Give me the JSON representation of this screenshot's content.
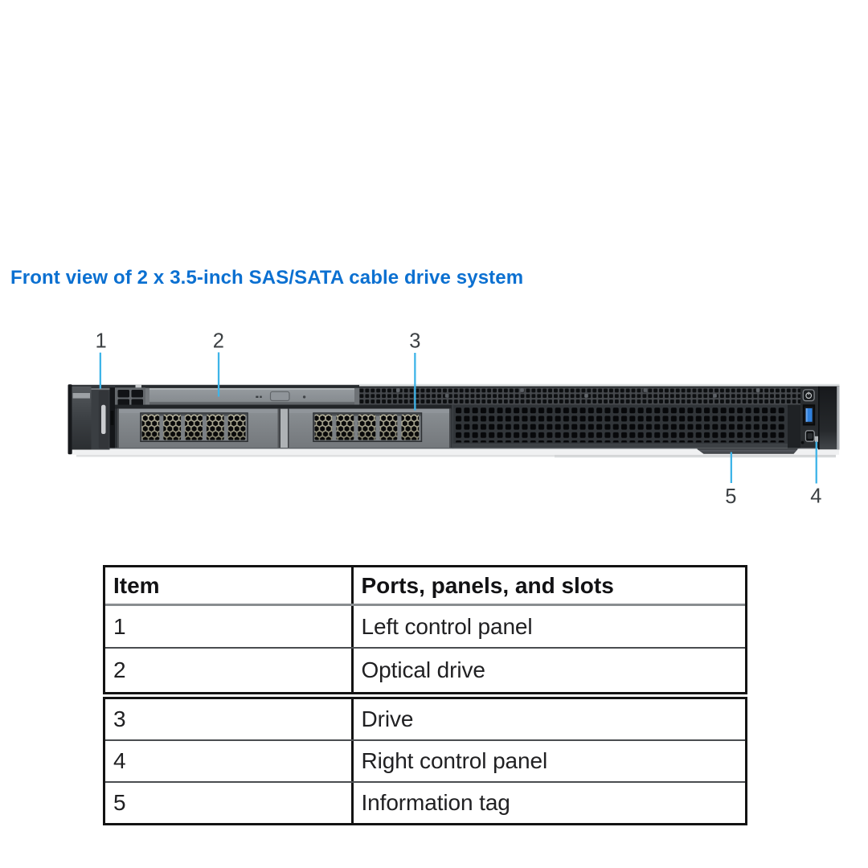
{
  "title": {
    "text": "Front view of 2 x 3.5-inch SAS/SATA cable drive system",
    "color": "#0b70d1"
  },
  "figure": {
    "accent_line_color": "#3eb4e8",
    "number_color": "#3c4043",
    "callouts": [
      {
        "label": "1",
        "target": "left-control-panel"
      },
      {
        "label": "2",
        "target": "optical-drive"
      },
      {
        "label": "3",
        "target": "drive"
      },
      {
        "label": "4",
        "target": "right-control-panel"
      },
      {
        "label": "5",
        "target": "information-tag"
      }
    ]
  },
  "table": {
    "columns": [
      "Item",
      "Ports, panels, and slots"
    ],
    "rows": [
      {
        "item": "1",
        "label": "Left control panel"
      },
      {
        "item": "2",
        "label": "Optical drive"
      },
      {
        "item": "3",
        "label": "Drive"
      },
      {
        "item": "4",
        "label": "Right control panel"
      },
      {
        "item": "5",
        "label": "Information tag"
      }
    ]
  }
}
